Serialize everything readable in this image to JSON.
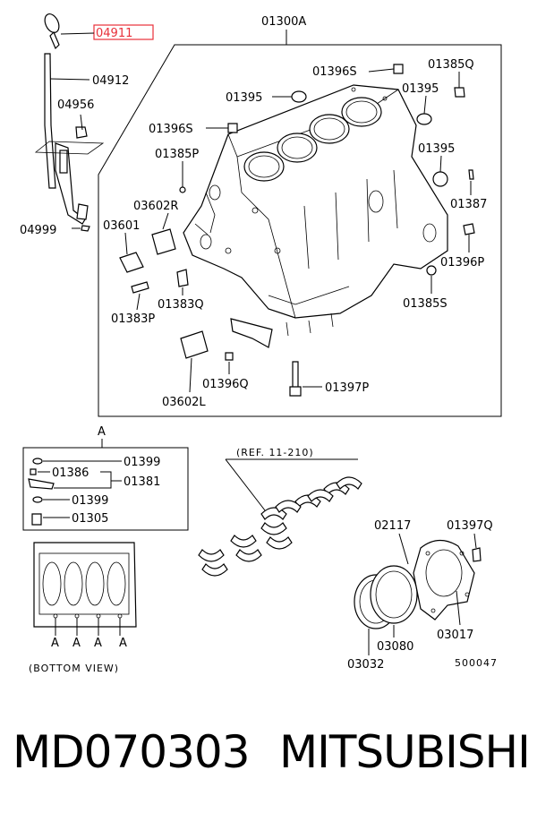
{
  "labels": {
    "p04911": "04911",
    "p04912": "04912",
    "p04956": "04956",
    "p04999": "04999",
    "p01300A": "01300A",
    "p01396S_top": "01396S",
    "p01385Q": "01385Q",
    "p01395_a": "01395",
    "p01395_b": "01395",
    "p01396S_left": "01396S",
    "p01395_c": "01395",
    "p01385P": "01385P",
    "p01387": "01387",
    "p03602R": "03602R",
    "p03601": "03601",
    "p01396P": "01396P",
    "p01383Q": "01383Q",
    "p01383P": "01383P",
    "p01385S": "01385S",
    "p01396Q": "01396Q",
    "p01397P": "01397P",
    "p03602L": "03602L",
    "detail_a_title": "A",
    "p01399_a": "01399",
    "p01386": "01386",
    "p01381": "01381",
    "p01399_b": "01399",
    "p01305": "01305",
    "ref": "(REF. 11-210)",
    "p02117": "02117",
    "p01397Q": "01397Q",
    "p03080": "03080",
    "p03017": "03017",
    "p03032": "03032",
    "drawing_no": "500047",
    "bottom_a1": "A",
    "bottom_a2": "A",
    "bottom_a3": "A",
    "bottom_a4": "A",
    "bottom_view": "(BOTTOM VIEW)"
  },
  "footer": {
    "part_number": "MD070303",
    "brand": "MITSUBISHI"
  },
  "highlight_color": "#e8303a"
}
